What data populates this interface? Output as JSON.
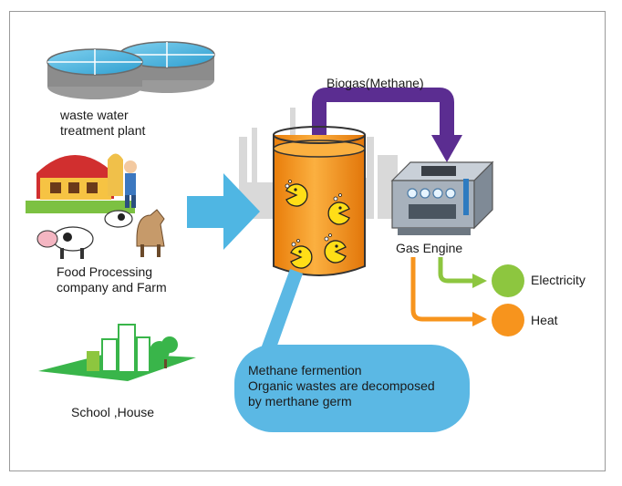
{
  "sources": {
    "wastewater": {
      "line1": "waste water",
      "line2": "treatment plant"
    },
    "farm": {
      "line1": "Food Processing",
      "line2": "company and Farm"
    },
    "school": {
      "line1": "School ,House"
    }
  },
  "flow": {
    "biogas_label": "Biogas(Methane)",
    "engine_label": "Gas Engine"
  },
  "outputs": {
    "electricity": "Electricity",
    "heat": "Heat"
  },
  "fermentation_note": {
    "line1": "Methane fermention",
    "line2": "Organic wastes are decomposed",
    "line3": "by merthane germ"
  },
  "colors": {
    "intake_arrow": "#4fb6e3",
    "tank_fill": "#f7941d",
    "biogas_pipe": "#5b2d91",
    "bubble": "#5bb8e4",
    "electricity": "#8dc63f",
    "heat": "#f7941d",
    "building_green": "#39b54a"
  }
}
